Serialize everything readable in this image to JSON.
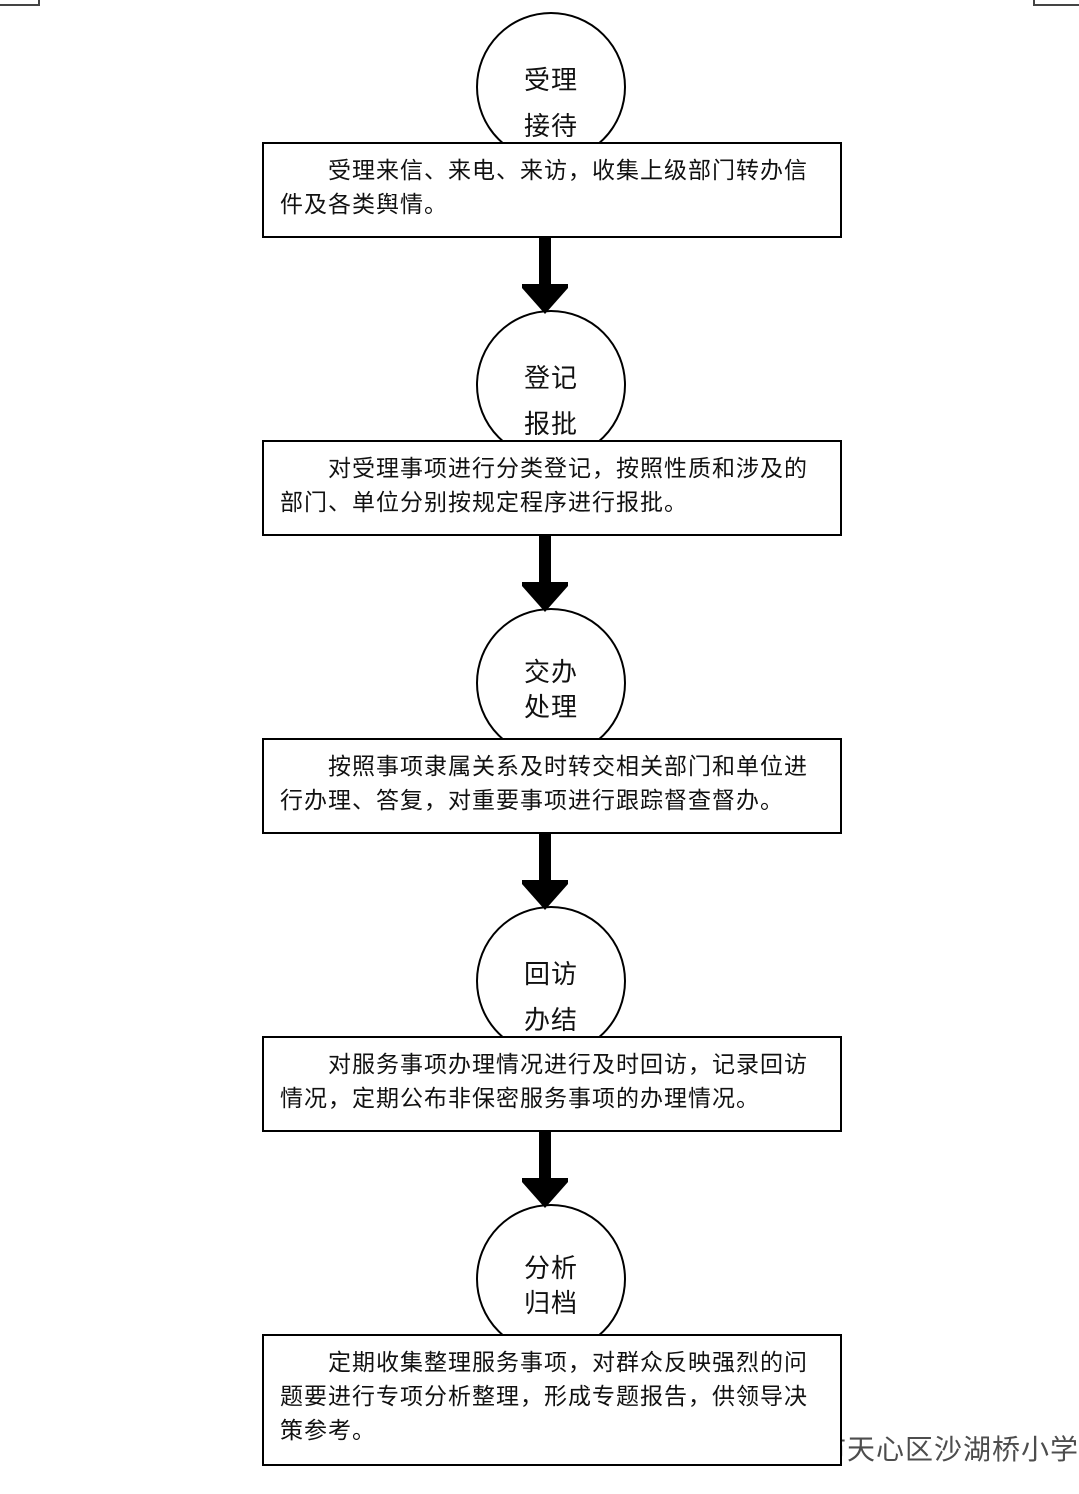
{
  "steps": [
    {
      "node": "受理\n接待",
      "description": "受理来信、来电、来访，收集上级部门转办信件及各类舆情。"
    },
    {
      "node": "登记\n报批",
      "description": "对受理事项进行分类登记，按照性质和涉及的部门、单位分别按规定程序进行报批。"
    },
    {
      "node": "交办处理",
      "description": "按照事项隶属关系及时转交相关部门和单位进行办理、答复，对重要事项进行跟踪督查督办。"
    },
    {
      "node": "回访\n办结",
      "description": "对服务事项办理情况进行及时回访，记录回访情况，定期公布非保密服务事项的办理情况。"
    },
    {
      "node": "分析归档",
      "description": "定期收集整理服务事项，对群众反映强烈的问题要进行专项分析整理，形成专题报告，供领导决策参考。"
    }
  ],
  "watermark": {
    "text": "长沙市天心区沙湖桥小学",
    "icon": "wechat-icon"
  }
}
